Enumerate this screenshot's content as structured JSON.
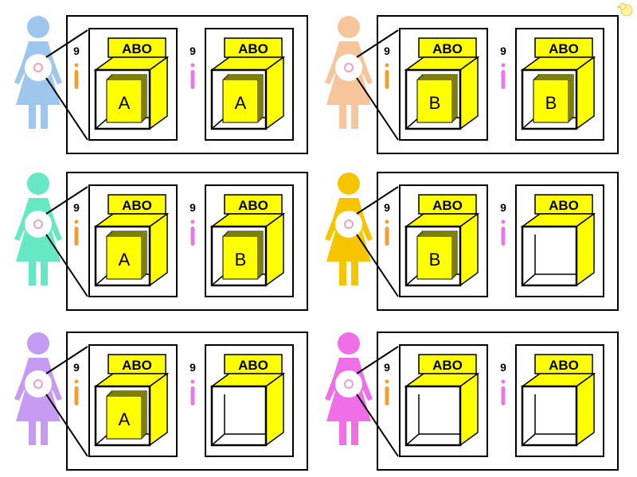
{
  "colors": {
    "box_yellow": "#ffff00",
    "box_outline": "#000000",
    "chromosome_maternal": "#f0a030",
    "chromosome_paternal": "#e878e8"
  },
  "chromosome_number": "9",
  "locus_label": "ABO",
  "panels": [
    {
      "figure_color": "#9fc7ee",
      "alleles": [
        "A",
        "A"
      ]
    },
    {
      "figure_color": "#f7c59b",
      "alleles": [
        "B",
        "B"
      ]
    },
    {
      "figure_color": "#66e8c4",
      "alleles": [
        "A",
        "B"
      ]
    },
    {
      "figure_color": "#f7c400",
      "alleles": [
        "B",
        ""
      ]
    },
    {
      "figure_color": "#c59cf1",
      "alleles": [
        "A",
        ""
      ]
    },
    {
      "figure_color": "#f06ee6",
      "alleles": [
        "",
        ""
      ]
    }
  ],
  "corner_icon": "chick-icon"
}
